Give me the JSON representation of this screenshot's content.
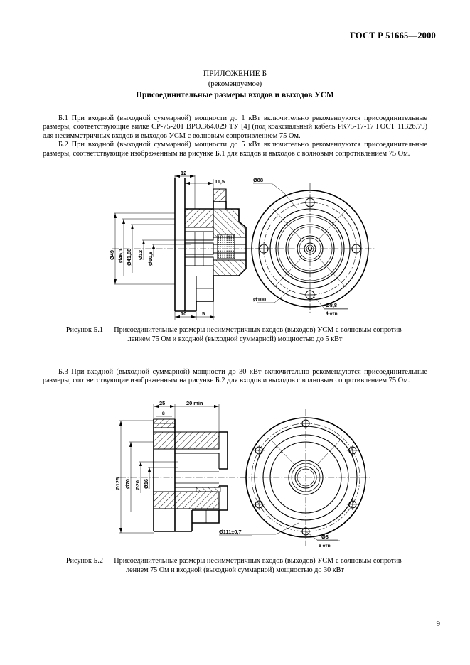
{
  "document": {
    "standard_header": "ГОСТ Р 51665—2000",
    "appendix_title": "ПРИЛОЖЕНИЕ Б",
    "appendix_subtitle": "(рекомендуемое)",
    "section_title": "Присоединительные размеры входов и выходов УСМ",
    "page_number": "9"
  },
  "paragraphs": {
    "b1": "Б.1  При входной (выходной суммарной) мощности до 1 кВт включительно рекомендуются присоединительные размеры, соответствующие вилке СР-75-201 ВРО.364.029 ТУ [4] (под коаксиальный кабель РК75-17-17 ГОСТ 11326.79) для несимметричных входов и выходов УСМ с волновым сопротивлением 75 Ом.",
    "b2": "Б.2  При входной (выходной суммарной) мощности до 5 кВт включительно рекомендуются присоединительные размеры, соответствующие изображенным на рисунке Б.1 для входов и выходов с волновым сопротивлением 75 Ом.",
    "b3": "Б.3  При входной (выходной суммарной) мощности до 30 кВт включительно рекомендуются присоединительные размеры, соответствующие изображенным на рисунке Б.2 для входов и выходов с волновым сопротивлением 75 Ом."
  },
  "figure_b1": {
    "caption_line1": "Рисунок Б.1 — Присоединительные размеры несимметричных входов (выходов) УСМ с волновым сопротив-",
    "caption_line2": "лением 75 Ом и входной (выходной суммарной) мощностью до 5 кВт",
    "dimensions": {
      "top_1": "12",
      "top_2": "11,5",
      "bottom_1": "10",
      "bottom_2": "5",
      "vertical_1": "Ø49",
      "vertical_2": "Ø46,1",
      "vertical_3": "Ø41,88",
      "vertical_4": "Ø12",
      "vertical_5": "Ø10,8",
      "circle_1": "Ø88",
      "circle_2": "Ø100",
      "holes_dia": "Ø8,8",
      "holes_count": "4 отв."
    }
  },
  "figure_b2": {
    "caption_line1": "Рисунок Б.2 — Присоединительные размеры несимметричных входов (выходов) УСМ с волновым сопротив-",
    "caption_line2": "лением 75 Ом и входной (выходной суммарной) мощностью до 30 кВт",
    "dimensions": {
      "top_1": "25",
      "top_2": "20 min",
      "top_small": "8",
      "vertical_1": "Ø125",
      "vertical_2": "Ø70",
      "vertical_3": "Ø20",
      "vertical_4": "Ø16",
      "circle_1": "Ø111±0,7",
      "holes_dia": "Ø8",
      "holes_count": "6 отв."
    }
  },
  "colors": {
    "ink": "#000000",
    "paper": "#ffffff"
  }
}
